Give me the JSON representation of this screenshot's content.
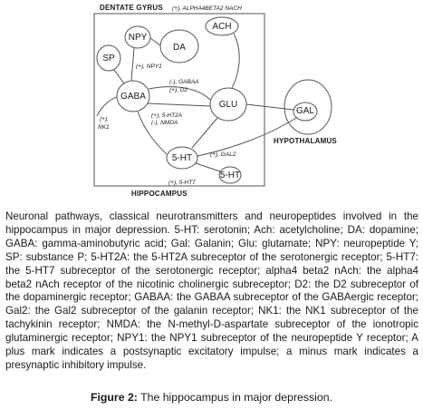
{
  "diagram": {
    "regions": {
      "dentate_gyrus": "Dentate gyrus",
      "hippocampus": "Hippocampus",
      "hypothalamus": "Hypothalamus"
    },
    "nodes": {
      "npy": "NPY",
      "sp": "SP",
      "da": "DA",
      "ach": "Ach",
      "gaba": "GABA",
      "glu": "Glu",
      "gal": "Gal",
      "ht5_main": "5-HT",
      "ht5_small": "5-HT"
    },
    "annotations": {
      "alpha4beta2": "(+), alpha4beta2 nAch",
      "npy1": "(+), NPY1",
      "gabaa": "(-), GABAA",
      "d2": "(+), D2",
      "ht2a": "(+), 5-HT2A",
      "nmda": "(-), NMDA",
      "nk1_sign": "(+),",
      "nk1": "NK1",
      "gal2": "(+), Gal2",
      "ht7": "(+), 5-HT7"
    }
  },
  "caption": {
    "body": "Neuronal pathways, classical neurotransmitters and neuropeptides involved in the hippocampus in major depression. 5-HT: serotonin; Ach: acetylcholine; DA: dopamine; GABA: gamma-aminobutyric acid; Gal: Galanin; Glu: glutamate; NPY: neuropeptide Y; SP: substance P; 5-HT2A: the 5-HT2A subreceptor of the serotonergic receptor; 5-HT7: the 5-HT7 subreceptor of the serotonergic receptor; alpha4 beta2 nAch: the alpha4 beta2 nAch receptor of the nicotinic cholinergic subreceptor; D2: the D2 subreceptor of the dopaminergic receptor; GABAA: the GABAA subreceptor of the GABAergic receptor; Gal2: the Gal2 subreceptor of the galanin receptor; NK1: the NK1 subreceptor of the tachykinin receptor; NMDA: the N-methyl-D-aspartate subreceptor of the ionotropic glutaminergic receptor; NPY1: the NPY1 subreceptor of the neuropeptide Y receptor; A plus mark indicates a postsynaptic excitatory impulse; a minus mark indicates a presynaptic inhibitory impulse.",
    "figure_label": "Figure 2:",
    "figure_title": "The hippocampus in major depression."
  },
  "colors": {
    "stroke": "#555555",
    "text": "#1a1a1a",
    "background": "#ffffff"
  }
}
